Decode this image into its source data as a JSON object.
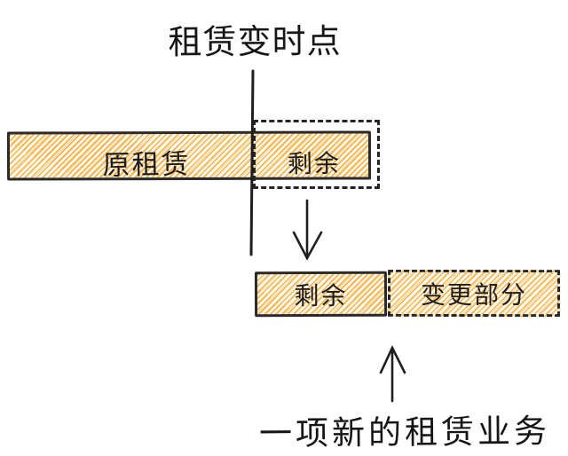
{
  "diagram": {
    "title": "租赁变时点",
    "top_bar": {
      "original_lease_label": "原租赁",
      "remaining_label": "剩余"
    },
    "bottom_bar": {
      "remaining_label": "剩余",
      "changed_part_label": "变更部分"
    },
    "caption": "一项新的租赁业务",
    "colors": {
      "background": "#FFFFFF",
      "ink": "#262626",
      "hatch_line": "#F2A631",
      "hatch_light": "#F8C778",
      "hatch_base": "#FFFDF8"
    },
    "icons": [
      "timepoint-vertical-line",
      "down-arrow-icon",
      "up-arrow-icon"
    ]
  }
}
